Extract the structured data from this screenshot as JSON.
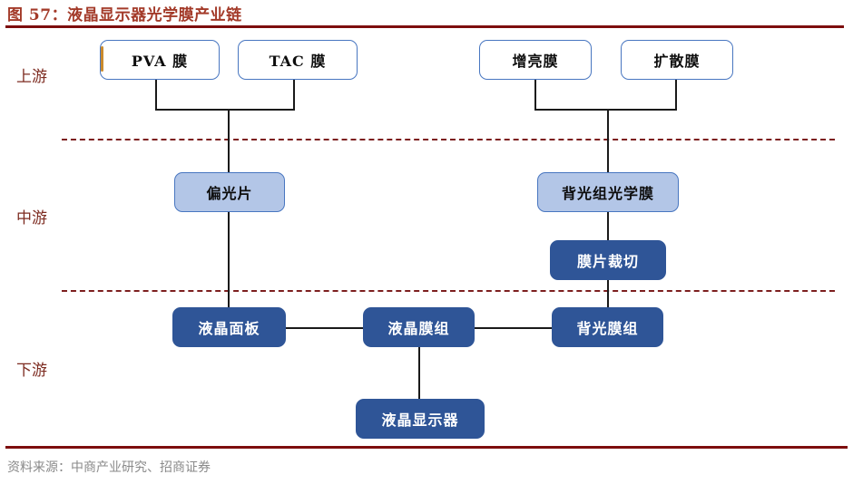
{
  "figure": {
    "title": "图 57：液晶显示器光学膜产业链",
    "source_note": "资料来源：中商产业研究、招商证券",
    "title_color": "#a33a29",
    "rule_color": "#7d0d0d",
    "source_color": "#8a8a8a"
  },
  "tiers": [
    {
      "label": "上游"
    },
    {
      "label": "中游"
    },
    {
      "label": "下游"
    }
  ],
  "palette": {
    "white_fill": "#ffffff",
    "light_fill": "#b3c6e7",
    "dark_fill": "#2f5597",
    "node_border": "#4876c0",
    "connector": "#1a1a1a",
    "divider": "#7d1f1f",
    "accent": "#c98a2e"
  },
  "chart_data": {
    "type": "diagram",
    "title": "图 57：液晶显示器光学膜产业链",
    "layout": "flowchart, 3 tiers separated by dashed horizontal rules",
    "tiers": [
      "上游",
      "中游",
      "下游"
    ],
    "nodes": [
      {
        "id": "pva",
        "label": "PVA 膜",
        "tier": "上游",
        "style": "white"
      },
      {
        "id": "tac",
        "label": "TAC 膜",
        "tier": "上游",
        "style": "white"
      },
      {
        "id": "bright",
        "label": "增亮膜",
        "tier": "上游",
        "style": "white"
      },
      {
        "id": "diffuse",
        "label": "扩散膜",
        "tier": "上游",
        "style": "white"
      },
      {
        "id": "polar",
        "label": "偏光片",
        "tier": "中游",
        "style": "light"
      },
      {
        "id": "blfilm",
        "label": "背光组光学膜",
        "tier": "中游",
        "style": "light"
      },
      {
        "id": "cutting",
        "label": "膜片裁切",
        "tier": "中游",
        "style": "dark"
      },
      {
        "id": "panel",
        "label": "液晶面板",
        "tier": "下游",
        "style": "dark"
      },
      {
        "id": "lcdmod",
        "label": "液晶膜组",
        "tier": "下游",
        "style": "dark"
      },
      {
        "id": "blmod",
        "label": "背光膜组",
        "tier": "下游",
        "style": "dark"
      },
      {
        "id": "display",
        "label": "液晶显示器",
        "tier": "下游",
        "style": "dark"
      }
    ],
    "edges": [
      {
        "from": "pva",
        "to": "polar"
      },
      {
        "from": "tac",
        "to": "polar"
      },
      {
        "from": "bright",
        "to": "blfilm"
      },
      {
        "from": "diffuse",
        "to": "blfilm"
      },
      {
        "from": "polar",
        "to": "panel"
      },
      {
        "from": "blfilm",
        "to": "cutting"
      },
      {
        "from": "cutting",
        "to": "blmod"
      },
      {
        "from": "panel",
        "to": "lcdmod"
      },
      {
        "from": "lcdmod",
        "to": "blmod"
      },
      {
        "from": "lcdmod",
        "to": "display"
      }
    ]
  },
  "nodes": {
    "pva": {
      "label": "PVA 膜"
    },
    "tac": {
      "label": "TAC 膜"
    },
    "bright": {
      "label": "增亮膜"
    },
    "diffuse": {
      "label": "扩散膜"
    },
    "polar": {
      "label": "偏光片"
    },
    "blfilm": {
      "label": "背光组光学膜"
    },
    "cutting": {
      "label": "膜片裁切"
    },
    "panel": {
      "label": "液晶面板"
    },
    "lcdmod": {
      "label": "液晶膜组"
    },
    "blmod": {
      "label": "背光膜组"
    },
    "display": {
      "label": "液晶显示器"
    }
  }
}
